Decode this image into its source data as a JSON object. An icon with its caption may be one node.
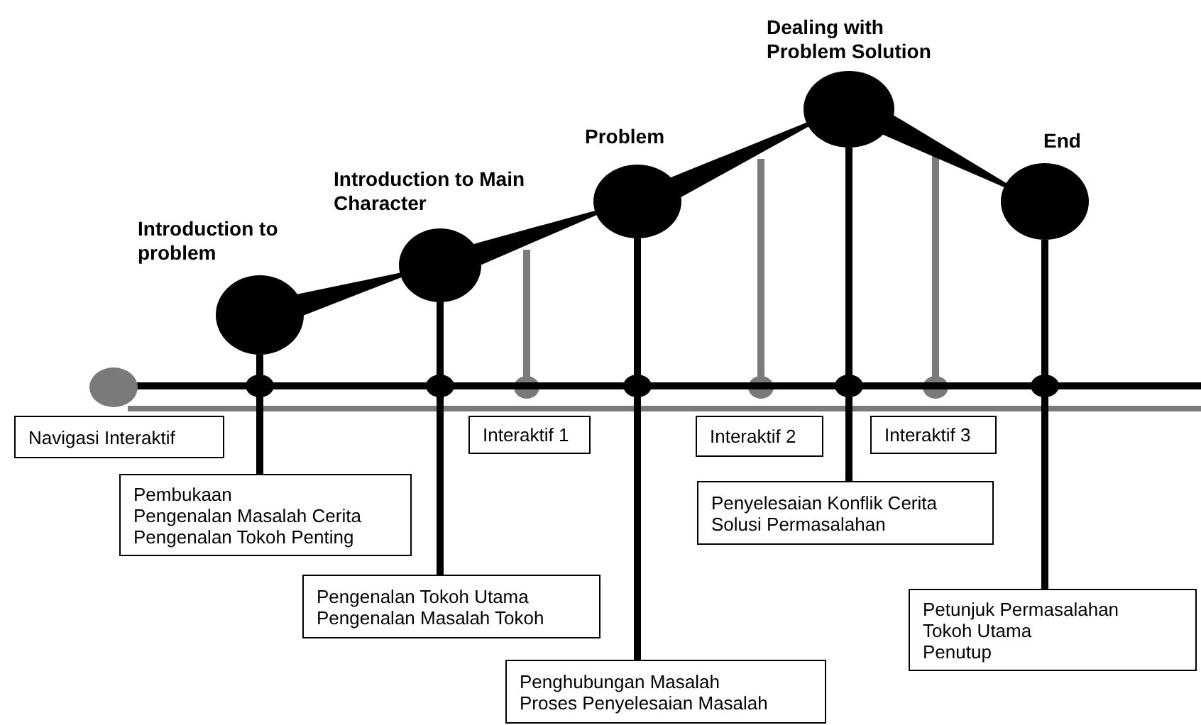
{
  "diagram": {
    "nodes": [
      {
        "text": [
          "Introduction to problem"
        ]
      },
      {
        "text": [
          "Introduction to Main Character"
        ]
      },
      {
        "text": [
          "Problem"
        ]
      },
      {
        "text": [
          "Dealing with Problem Solution"
        ]
      },
      {
        "text": [
          "End"
        ]
      },
      {
        "text": [
          "Navigasi Interaktif"
        ]
      },
      {
        "text": [
          "Interaktif 1"
        ]
      },
      {
        "text": [
          "Interaktif 2"
        ]
      },
      {
        "text": [
          "Interaktif 3"
        ]
      },
      {
        "text": [
          "Pembukaan",
          "Pengenalan Masalah Cerita",
          "Pengenalan Tokoh Penting"
        ]
      },
      {
        "text": [
          "Pengenalan Tokoh Utama",
          "Pengenalan Masalah Tokoh"
        ]
      },
      {
        "text": [
          "Penghubungan Masalah",
          "Proses Penyelesaian Masalah"
        ]
      },
      {
        "text": [
          "Penyelesaian Konflik Cerita",
          "Solusi Permasalahan"
        ]
      },
      {
        "text": [
          "Petunjuk Permasalahan",
          "Tokoh Utama",
          "Penutup"
        ]
      }
    ],
    "edges": [
      {
        "from": 0,
        "to": 1,
        "arrow": "none"
      },
      {
        "from": 1,
        "to": 2,
        "arrow": "none"
      },
      {
        "from": 2,
        "to": 3,
        "arrow": "none"
      },
      {
        "from": 3,
        "to": 4,
        "arrow": "none"
      },
      {
        "from": 0,
        "to": 9,
        "arrow": "none"
      },
      {
        "from": 1,
        "to": 10,
        "arrow": "none"
      },
      {
        "from": 2,
        "to": 11,
        "arrow": "none"
      },
      {
        "from": 3,
        "to": 12,
        "arrow": "none"
      },
      {
        "from": 4,
        "to": 13,
        "arrow": "none"
      }
    ]
  }
}
